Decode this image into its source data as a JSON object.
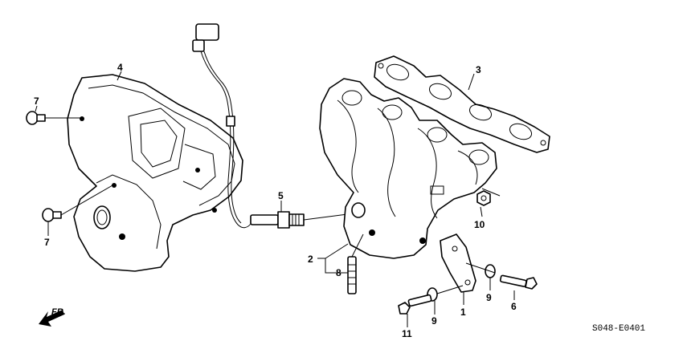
{
  "diagram": {
    "callouts": {
      "p1": "1",
      "p2": "2",
      "p3": "3",
      "p4": "4",
      "p5": "5",
      "p6": "6",
      "p7_top": "7",
      "p7_bottom": "7",
      "p8": "8",
      "p9_left": "9",
      "p9_right": "9",
      "p10": "10",
      "p11": "11"
    },
    "front_label": "FR.",
    "drawing_code": "S048-E0401"
  }
}
